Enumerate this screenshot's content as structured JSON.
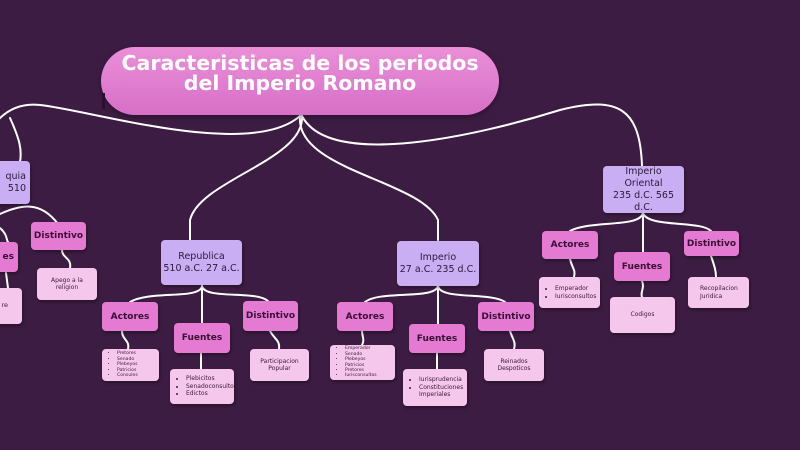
{
  "title": {
    "line1": "Caracteristicas de los periodos",
    "line2": "del Imperio Romano"
  },
  "colors": {
    "background": "#3d1c43",
    "title": "#e27fd3",
    "period": "#c9aef3",
    "category": "#e47ad2",
    "detail": "#f6c7ec",
    "connector": "#ffffff"
  },
  "monarquia": {
    "title_partial": "quia",
    "dates_partial": "510",
    "distintivo": {
      "label": "Distintivo",
      "items": [
        "Apego a la religion"
      ]
    },
    "partial_labels": [
      "es",
      "re"
    ]
  },
  "republica": {
    "title": "Republica",
    "dates": "510 a.C. 27 a.C.",
    "actores": {
      "label": "Actores",
      "items": [
        "Pretores",
        "Senado",
        "Plebeyos",
        "Patricios",
        "Consules"
      ]
    },
    "fuentes": {
      "label": "Fuentes",
      "items": [
        "Plebicitos",
        "Senadoconsultos",
        "Edictos"
      ]
    },
    "distintivo": {
      "label": "Distintivo",
      "items": [
        "Participacion Popular"
      ]
    }
  },
  "imperio": {
    "title": "Imperio",
    "dates": "27 a.C. 235 d.C.",
    "actores": {
      "label": "Actores",
      "items": [
        "Emperador",
        "Senado",
        "Plebeyos",
        "Patricios",
        "Pretores",
        "Iurisconsultos"
      ]
    },
    "fuentes": {
      "label": "Fuentes",
      "items": [
        "Iurisprudencia",
        "Constituciones Imperiales"
      ]
    },
    "distintivo": {
      "label": "Distintivo",
      "items": [
        "Reinados Despoticos"
      ]
    }
  },
  "imperio_oriental": {
    "title": "Imperio Oriental",
    "dates": "235 d.C. 565 d.C.",
    "actores": {
      "label": "Actores",
      "items": [
        "Emperador",
        "Iurisconsultos"
      ]
    },
    "fuentes": {
      "label": "Fuentes",
      "items": [
        "Codigos"
      ]
    },
    "distintivo": {
      "label": "Distintivo",
      "items": [
        "Recopilacion Juridica"
      ]
    }
  }
}
